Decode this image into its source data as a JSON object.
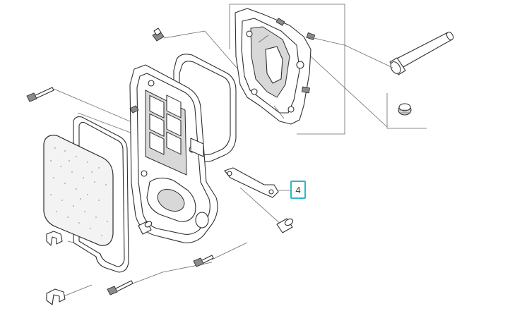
{
  "diagram": {
    "callouts": [
      {
        "label": "4",
        "accent": "#2fb6c8"
      }
    ],
    "parts": [
      "air-filter-foam-element",
      "air-cleaner-cover",
      "cover-gasket",
      "air-cleaner-base",
      "base-gasket",
      "elbow-housing",
      "breather-tube",
      "grommet",
      "support-bracket",
      "collar",
      "clip",
      "bolt",
      "nut"
    ]
  }
}
